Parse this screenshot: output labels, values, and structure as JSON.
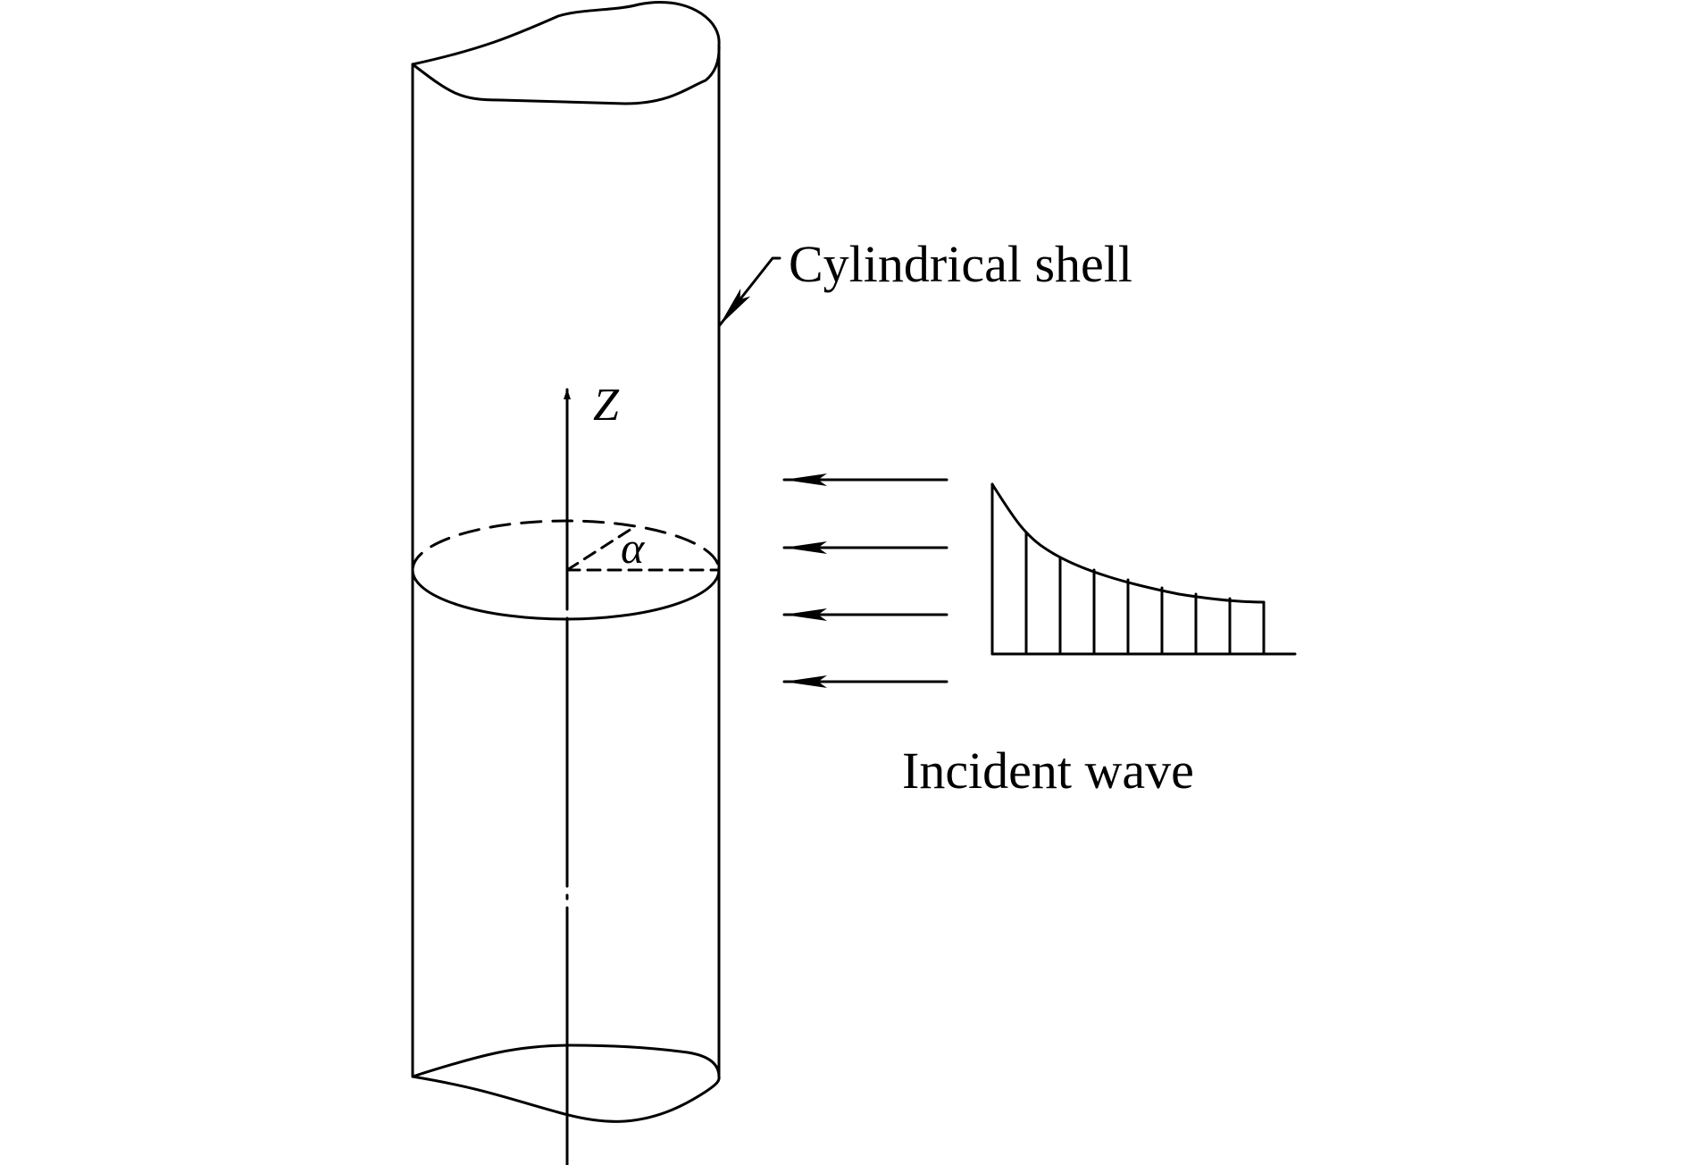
{
  "labels": {
    "shell": "Cylindrical shell",
    "axis": "Z",
    "angle": "α",
    "wave": "Incident wave"
  },
  "colors": {
    "ink": "#000000",
    "background": "#ffffff"
  }
}
